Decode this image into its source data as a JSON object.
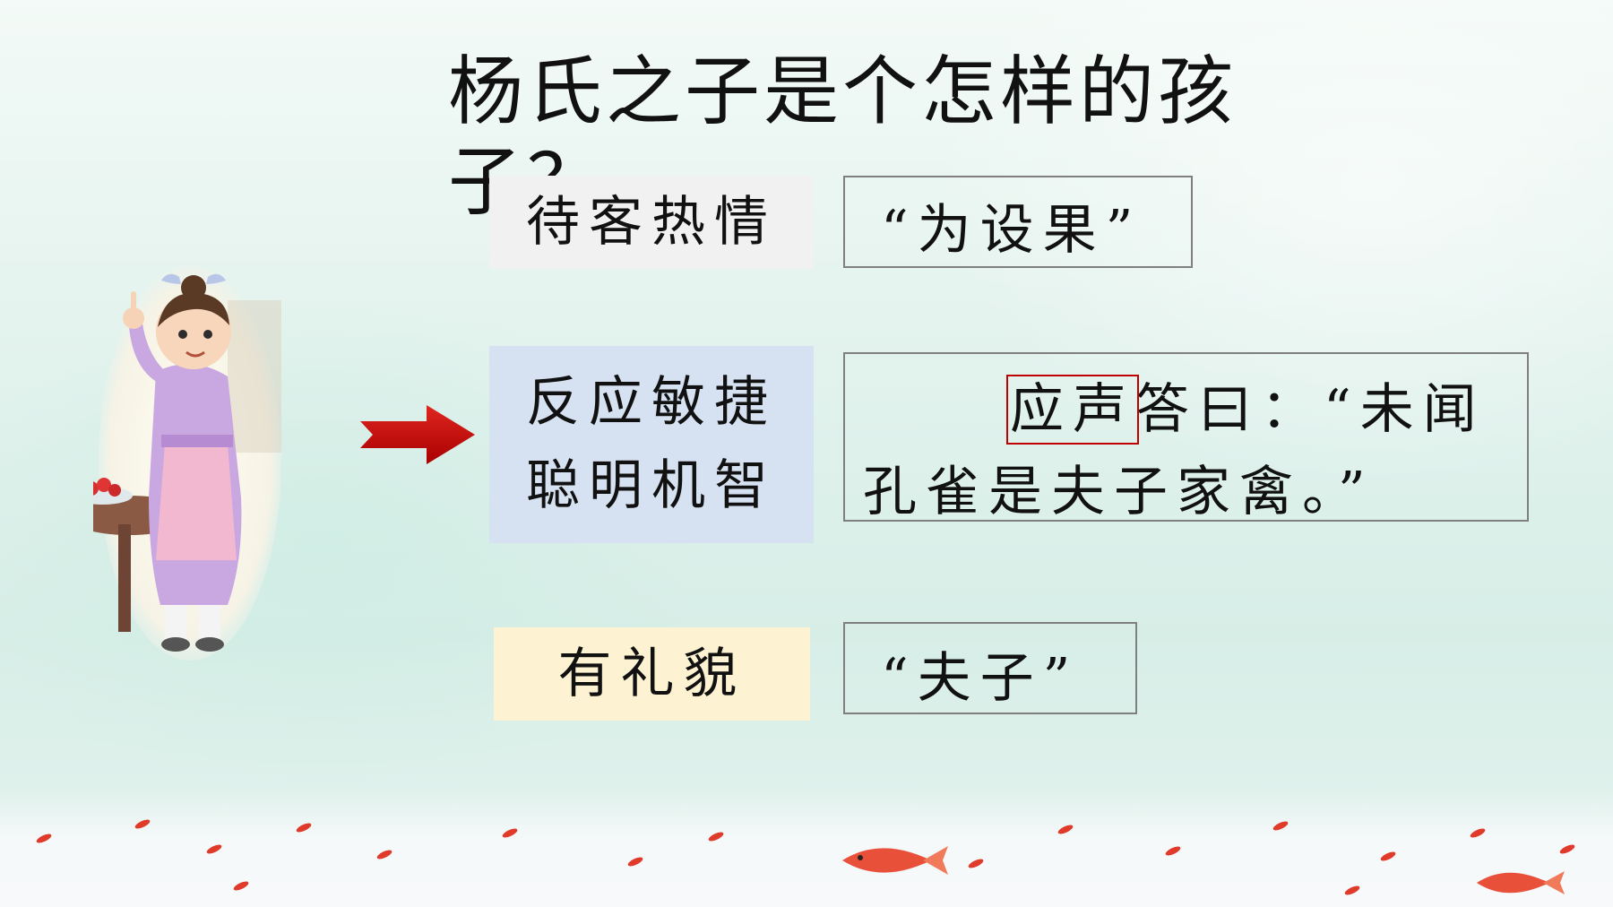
{
  "title": "杨氏之子是个怎样的孩子？",
  "traits": [
    {
      "label_lines": [
        "待客热情"
      ],
      "quote": "“为设果”",
      "color": "#f1f1f1"
    },
    {
      "label_lines": [
        "反应敏捷",
        "聪明机智"
      ],
      "quote_line1_before": "",
      "quote_highlight": "应声",
      "quote_line1_after": "答曰：“未闻",
      "quote_line2": "孔雀是夫子家禽。”",
      "color": "#d6e2f1"
    },
    {
      "label_lines": [
        "有礼貌"
      ],
      "quote": "“夫子”",
      "color": "#fdf3d2"
    }
  ],
  "icons": {
    "arrow": "right-arrow-icon",
    "figure": "child-illustration",
    "decoration": "cloud-and-petals"
  },
  "colors": {
    "arrow": "#c00000",
    "highlight_box": "#c00000",
    "box_border": "#7f7f7f"
  }
}
